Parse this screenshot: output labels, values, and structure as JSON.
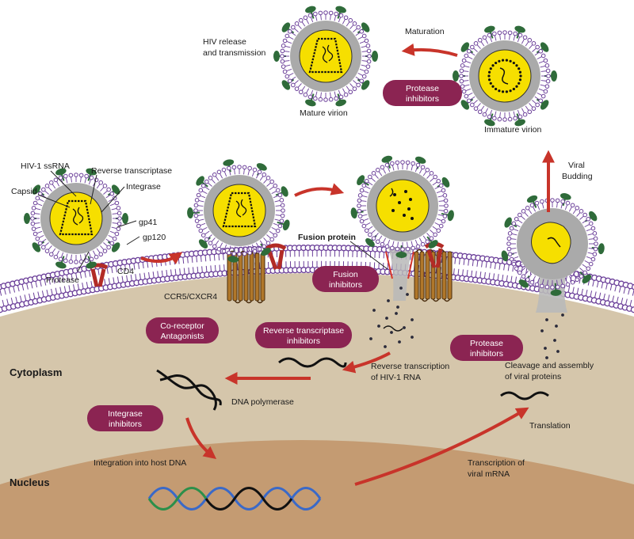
{
  "regions": {
    "cytoplasm": "Cytoplasm",
    "nucleus": "Nucleus"
  },
  "virion_parts": {
    "ssrna": "HIV-1 ssRNA",
    "rt": "Reverse transcriptase",
    "capsid": "Capsid",
    "integrase": "Integrase",
    "gp41": "gp41",
    "gp120": "gp120",
    "protease": "Protease",
    "cd4": "CD4"
  },
  "labels": {
    "fusion_protein": "Fusion protein",
    "coreceptor": "CCR5/CXCR4",
    "hiv_release_1": "HIV release",
    "hiv_release_2": "and transmission",
    "maturation": "Maturation",
    "mature_virion": "Mature virion",
    "immature_virion": "Immature virion",
    "viral_budding_1": "Viral",
    "viral_budding_2": "Budding",
    "rt_step_1": "Reverse transcription",
    "rt_step_2": "of HIV-1 RNA",
    "dna_polymerase": "DNA polymerase",
    "cleavage_1": "Cleavage and assembly",
    "cleavage_2": "of viral proteins",
    "translation": "Translation",
    "integration": "Integration into host DNA",
    "transcription_1": "Transcription of",
    "transcription_2": "viral mRNA"
  },
  "inhibitors": {
    "protease_top_1": "Protease",
    "protease_top_2": "inhibitors",
    "fusion_1": "Fusion",
    "fusion_2": "inhibitors",
    "coreceptor_1": "Co-receptor",
    "coreceptor_2": "Antagonists",
    "rt_1": "Reverse transcriptase",
    "rt_2": "inhibitors",
    "protease_mid_1": "Protease",
    "protease_mid_2": "inhibitors",
    "integrase_1": "Integrase",
    "integrase_2": "inhibitors"
  },
  "colors": {
    "cytoplasm": "#d5c6ab",
    "nucleus": "#c49b72",
    "membrane": "#6b3f99",
    "envelope_gray": "#aaaaaa",
    "core": "#f6df00",
    "spike": "#2f6b3a",
    "arrow": "#c8342a",
    "pill": "#8b2452"
  }
}
